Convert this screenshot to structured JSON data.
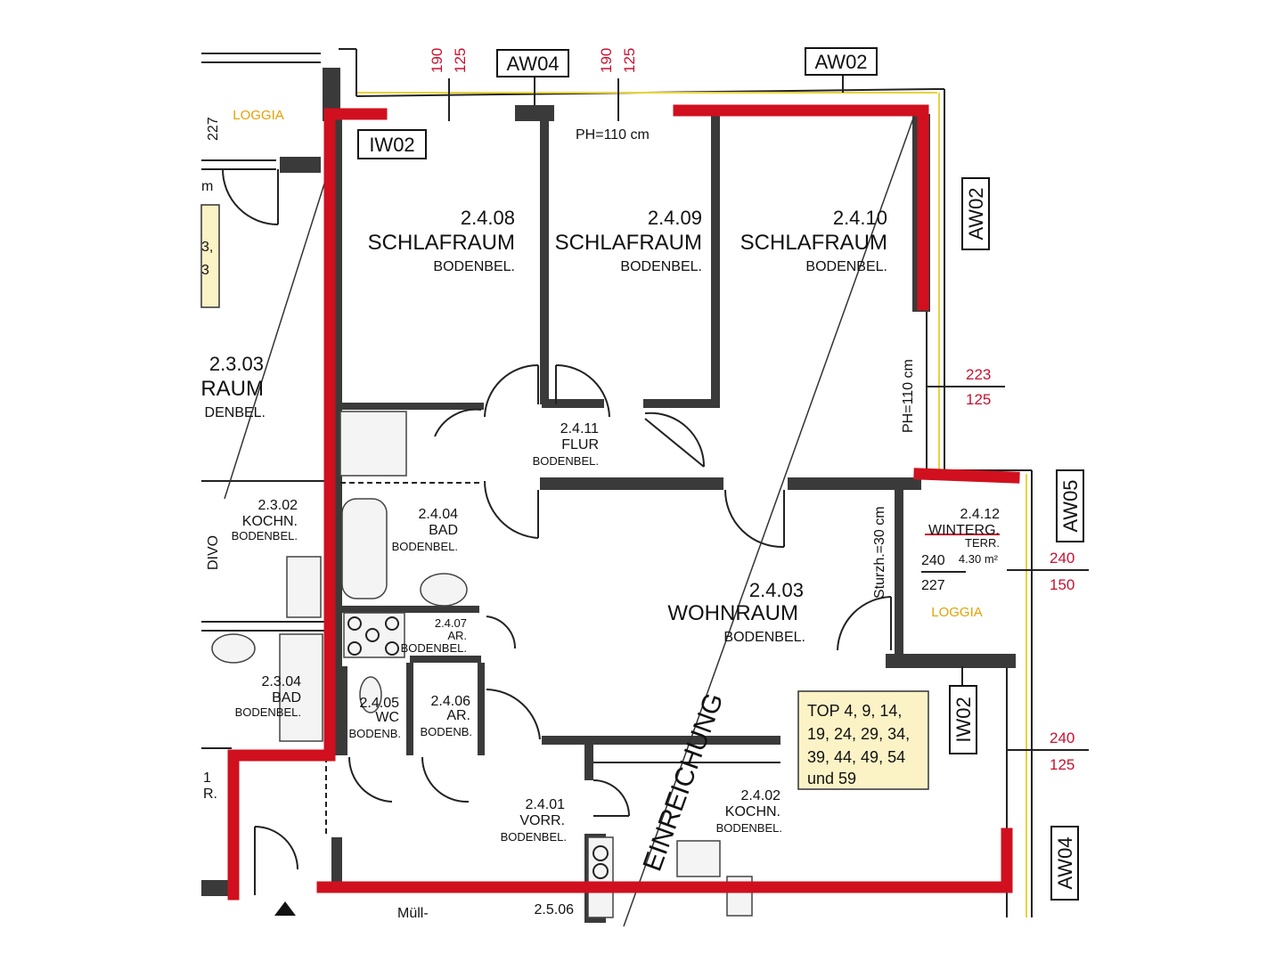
{
  "tags": {
    "aw04_top": "AW04",
    "aw02_top": "AW02",
    "aw02_right": "AW02",
    "aw05_right": "AW05",
    "aw04_right": "AW04",
    "iw02_top": "IW02",
    "iw02_right": "IW02"
  },
  "dimensions": {
    "top1_a": "190",
    "top1_b": "125",
    "top2_a": "190",
    "top2_b": "125",
    "ph_top": "PH=110 cm",
    "ph_right": "PH=110 cm",
    "right1_a": "223",
    "right1_b": "125",
    "right2_a": "240",
    "right2_b": "150",
    "right3_a": "240",
    "right3_b": "125",
    "winterg_a": "240",
    "winterg_b": "227",
    "sturz": "Sturzh.=30 cm",
    "left_227": "227",
    "left_m": "m"
  },
  "rooms": {
    "r0408": {
      "num": "2.4.08",
      "name": "SCHLAFRAUM",
      "floor": "BODENBEL."
    },
    "r0409": {
      "num": "2.4.09",
      "name": "SCHLAFRAUM",
      "floor": "BODENBEL."
    },
    "r0410": {
      "num": "2.4.10",
      "name": "SCHLAFRAUM",
      "floor": "BODENBEL."
    },
    "r0411": {
      "num": "2.4.11",
      "name": "FLUR",
      "floor": "BODENBEL."
    },
    "r0404": {
      "num": "2.4.04",
      "name": "BAD",
      "floor": "BODENBEL."
    },
    "r0403": {
      "num": "2.4.03",
      "name": "WOHNRAUM",
      "floor": "BODENBEL."
    },
    "r0412": {
      "num": "2.4.12",
      "name": "WINTERG.",
      "floor": "TERR.",
      "area": "4.30 m²",
      "extra": "LOGGIA"
    },
    "r0407": {
      "num": "2.4.07",
      "name": "AR.",
      "floor": "BODENBEL."
    },
    "r0405": {
      "num": "2.4.05",
      "name": "WC",
      "floor": "BODENB."
    },
    "r0406": {
      "num": "2.4.06",
      "name": "AR.",
      "floor": "BODENB."
    },
    "r0401": {
      "num": "2.4.01",
      "name": "VORR.",
      "floor": "BODENBEL."
    },
    "r0402": {
      "num": "2.4.02",
      "name": "KOCHN.",
      "floor": "BODENBEL."
    },
    "r0303": {
      "num": "2.3.03",
      "name": "RAUM",
      "floor": "DENBEL."
    },
    "r0302": {
      "num": "2.3.02",
      "name": "KOCHN.",
      "floor": "BODENBEL."
    },
    "r0304": {
      "num": "2.3.04",
      "name": "BAD",
      "floor": "BODENBEL."
    },
    "r0506": {
      "num": "2.5.06"
    },
    "muell": "Müll-",
    "loggia_left": "LOGGIA",
    "left_frag1": "3,",
    "left_frag2": "3",
    "left_frag3": "1",
    "left_frag4": "R.",
    "left_frag5": "DIVO"
  },
  "notes": {
    "einreichung": "EINREICHUNG",
    "top_line1": "TOP 4, 9, 14,",
    "top_line2": "19, 24, 29, 34,",
    "top_line3": "39, 44, 49, 54",
    "top_line4": "und 59"
  },
  "colors": {
    "red_wall": "#d0101e",
    "dim_red": "#c8102e",
    "note_box": "#fbf3c6",
    "loggia_label": "#e5a000"
  }
}
